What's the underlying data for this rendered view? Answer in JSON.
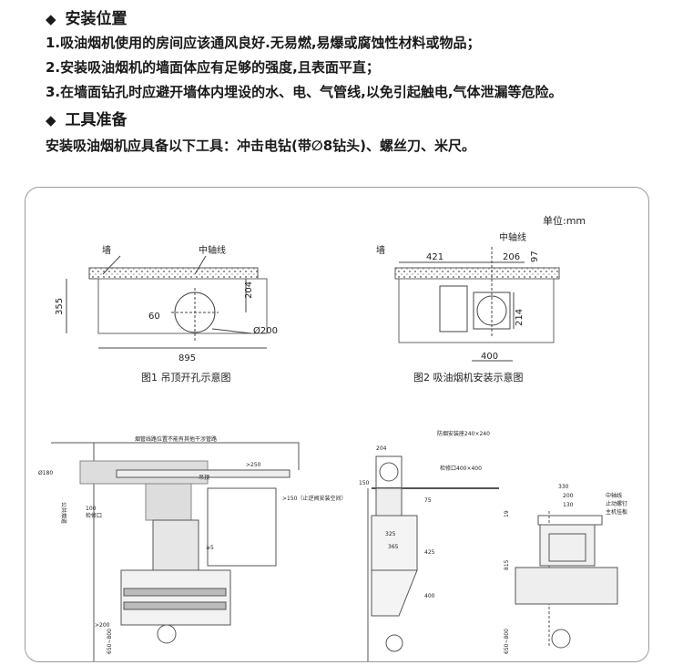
{
  "section_install": {
    "heading": "安装位置",
    "items": [
      "1.吸油烟机使用的房间应该通风良好.无易燃,易爆或腐蚀性材料或物品；",
      "2.安装吸油烟机的墙面体应有足够的强度,且表面平直；",
      "3.在墙面钻孔时应避开墙体内埋设的水、电、气管线,以免引起触电,气体泄漏等危险。"
    ]
  },
  "section_tools": {
    "heading": "工具准备",
    "text": "安装吸油烟机应具备以下工具：冲击电钻(带∅8钻头)、螺丝刀、米尺。"
  },
  "diagram": {
    "unit": "单位:mm",
    "fig1": {
      "caption": "图1 吊顶开孔示意图",
      "wall": "墙",
      "axis": "中轴线",
      "dim_204": "204",
      "dim_355": "355",
      "dim_60": "60",
      "dim_hole": "Ø200",
      "dim_895": "895"
    },
    "fig2": {
      "caption": "图2 吸油烟机安装示意图",
      "wall": "墙",
      "axis": "中轴线",
      "dim_421": "421",
      "dim_206": "206",
      "dim_97": "97",
      "dim_214": "214",
      "dim_400": "400"
    },
    "fig3": {
      "note_top": "烟管线路位置不能有其他干涉管路",
      "dim_180": "Ø180",
      "dim_250": ">250",
      "ceiling": "吊顶",
      "side": "公共烟道",
      "dim_100": "100",
      "access": "检修口",
      "dim_150": ">150（止逆阀安装空间）",
      "dim_5": "≥5",
      "dim_200": ">200",
      "dim_650": "650~800"
    },
    "fig4": {
      "dim_204": "204",
      "label_fire": "防烟安装座240×240",
      "label_access": "检修口400×400",
      "dim_150": "150",
      "dim_75": "75",
      "dim_325": "325",
      "dim_365": "365",
      "dim_425": "425",
      "dim_400": "400"
    },
    "fig5": {
      "dim_330": "330",
      "dim_200": "200",
      "dim_130": "130",
      "label_axis": "中轴线",
      "label_screw": "止动螺钉",
      "label_plate": "主机挂板",
      "dim_815": "815",
      "dim_19": "19",
      "dim_650": "650~800"
    }
  }
}
